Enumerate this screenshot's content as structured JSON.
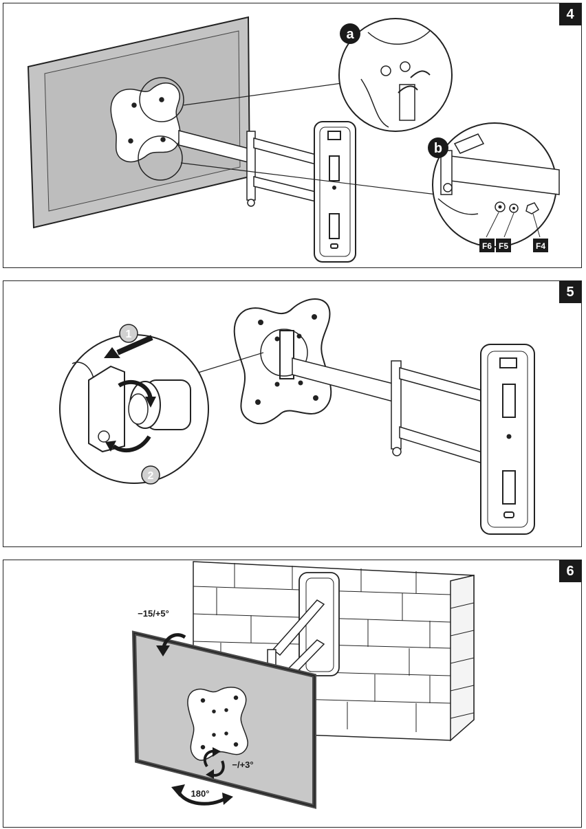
{
  "panels": [
    {
      "step": "4",
      "callouts": [
        "a",
        "b"
      ],
      "part_labels": [
        "F6",
        "F5",
        "F4"
      ]
    },
    {
      "step": "5",
      "step_numbers": [
        "1",
        "2"
      ]
    },
    {
      "step": "6",
      "angles": {
        "tilt": "−15/+5°",
        "rotation": "−/+3°",
        "swivel": "180°"
      }
    }
  ],
  "colors": {
    "ink": "#1a1a1a",
    "tv_panel": "#c8c8c8",
    "tv_frame": "#4a4a4a",
    "wall_fill": "#ffffff",
    "step_badge": "#1a1a1a"
  }
}
